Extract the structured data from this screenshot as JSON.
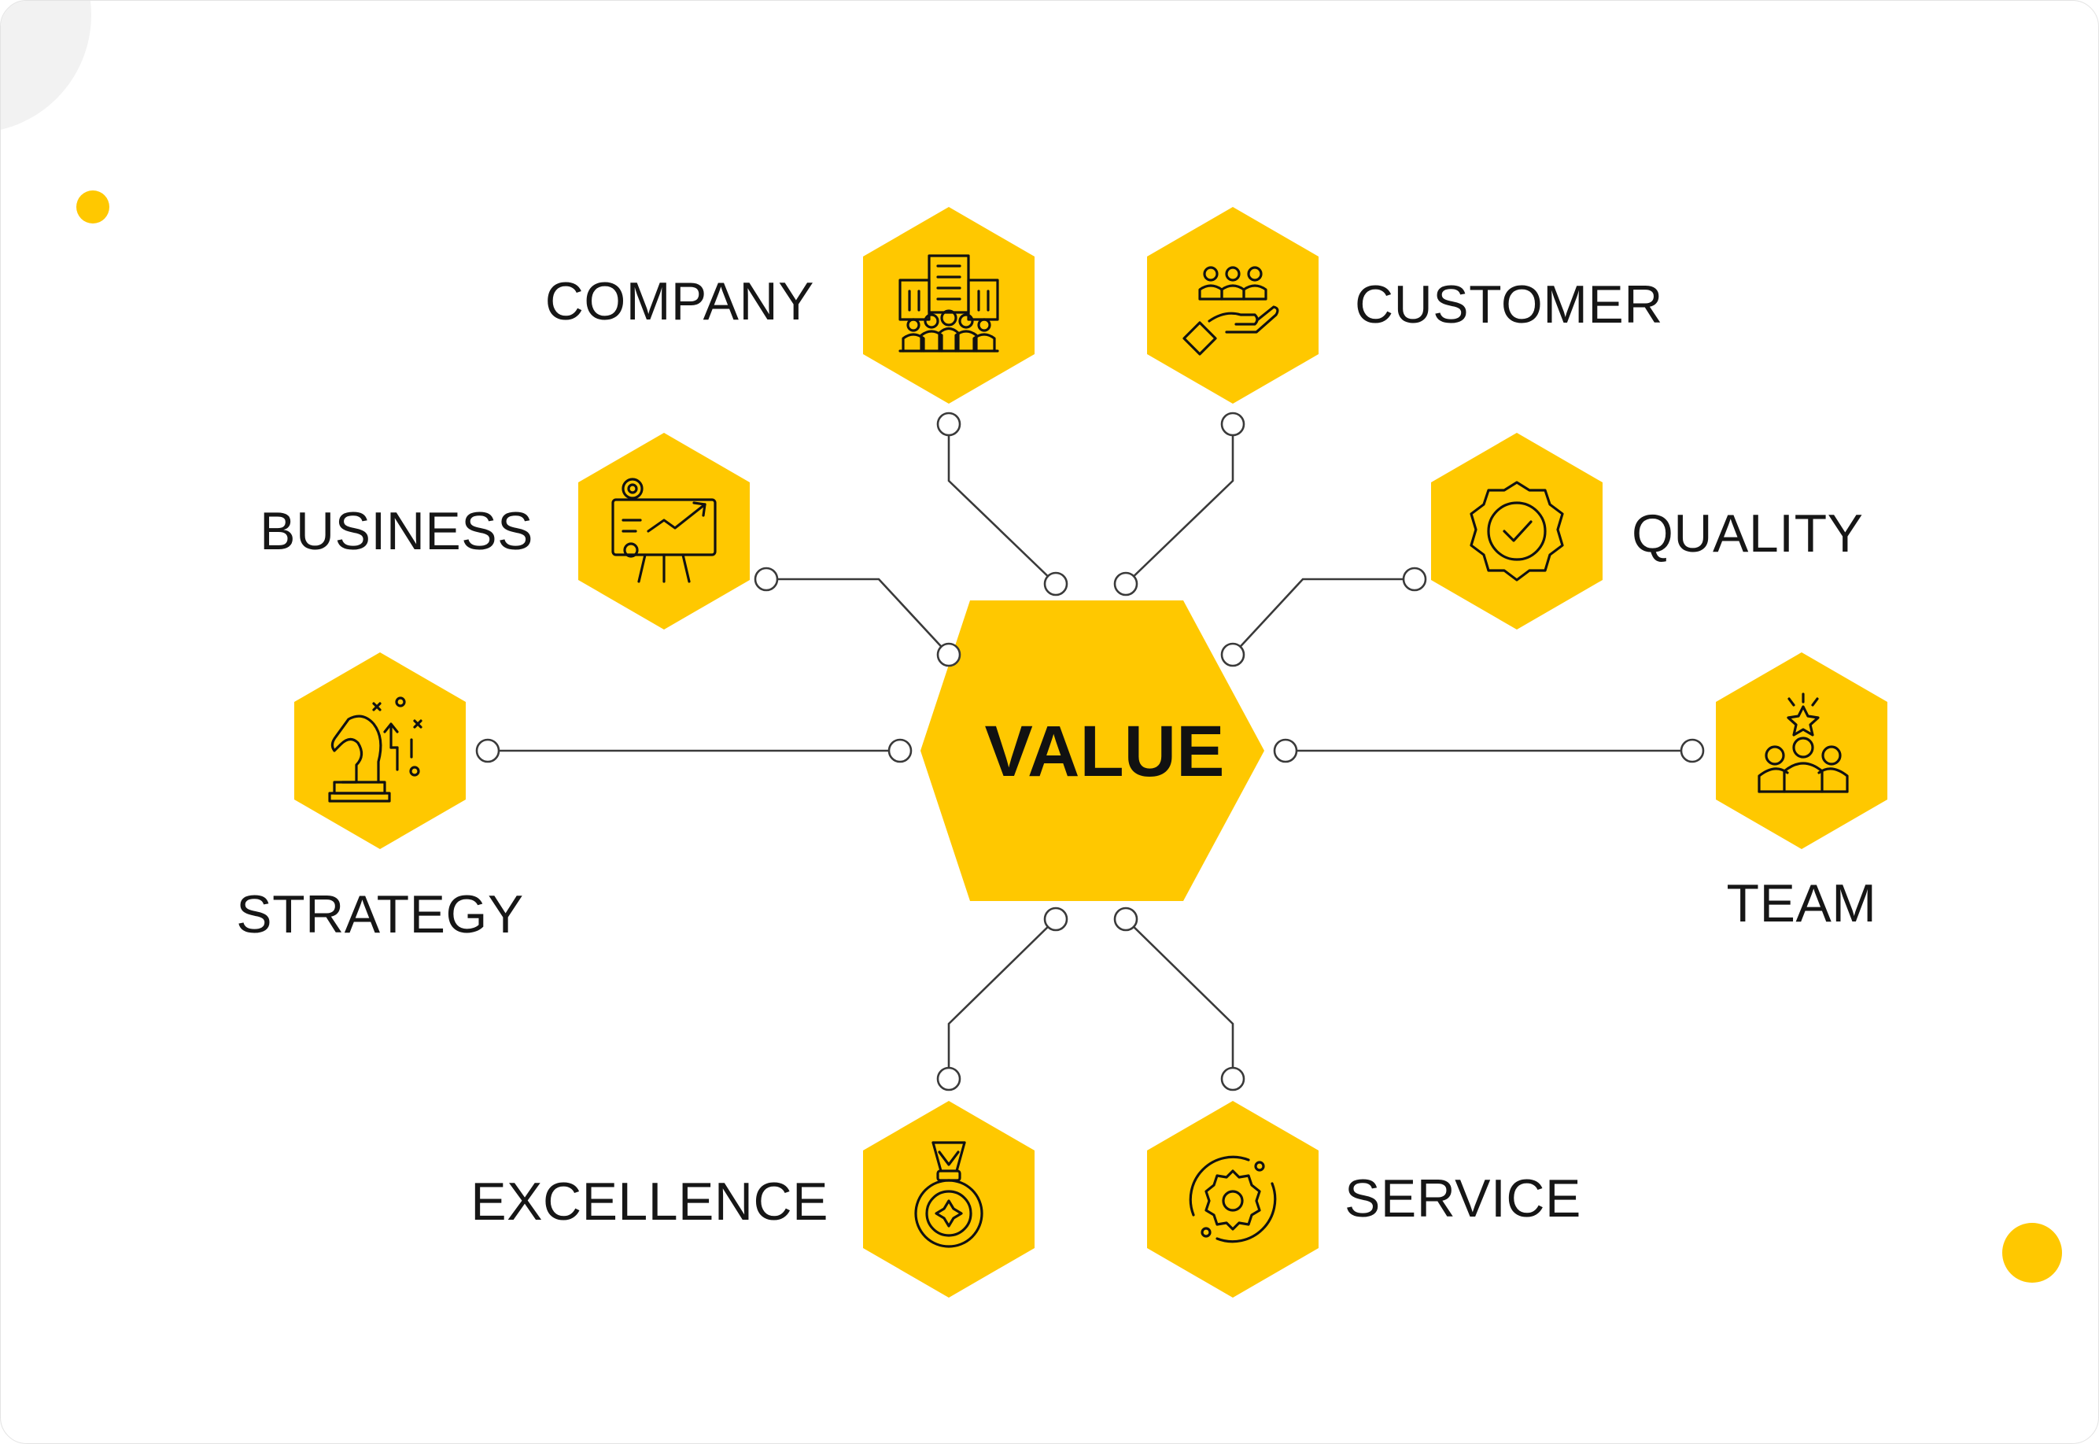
{
  "center": {
    "label": "VALUE"
  },
  "nodes": [
    {
      "id": "company",
      "label": "COMPANY",
      "icon": "office-building-team-icon"
    },
    {
      "id": "customer",
      "label": "CUSTOMER",
      "icon": "customers-in-hand-icon"
    },
    {
      "id": "business",
      "label": "BUSINESS",
      "icon": "presentation-growth-icon"
    },
    {
      "id": "quality",
      "label": "QUALITY",
      "icon": "quality-badge-check-icon"
    },
    {
      "id": "strategy",
      "label": "STRATEGY",
      "icon": "chess-knight-strategy-icon"
    },
    {
      "id": "team",
      "label": "TEAM",
      "icon": "team-star-icon"
    },
    {
      "id": "excellence",
      "label": "EXCELLENCE",
      "icon": "medal-icon"
    },
    {
      "id": "service",
      "label": "SERVICE",
      "icon": "service-gear-icon"
    }
  ],
  "colors": {
    "hexagon": "#FFC800",
    "decor_dot": "#FFC800",
    "decor_corner": "#F2F2F2",
    "connector": "#3A3A3A",
    "text": "#161616"
  }
}
